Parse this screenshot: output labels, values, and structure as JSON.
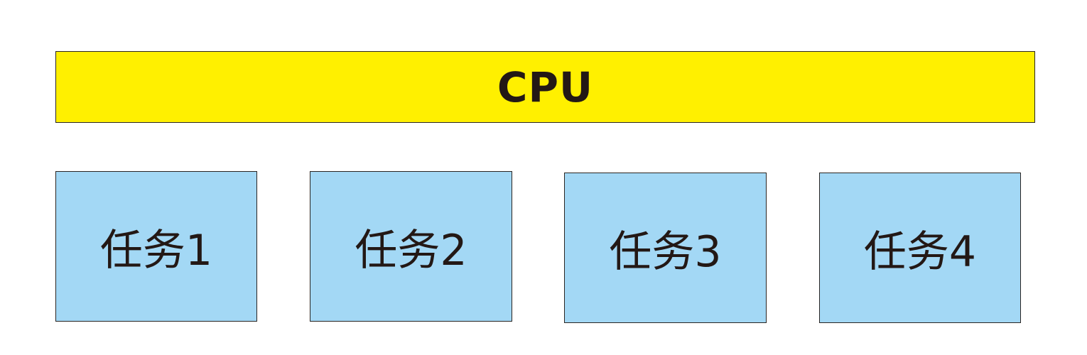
{
  "cpu": {
    "label": "CPU",
    "color": "#fff000"
  },
  "tasks": [
    {
      "label": "任务1"
    },
    {
      "label": "任务2"
    },
    {
      "label": "任务3"
    },
    {
      "label": "任务4"
    }
  ],
  "colors": {
    "task_fill": "#a3d8f5",
    "border": "#2a2522",
    "text": "#231815"
  }
}
